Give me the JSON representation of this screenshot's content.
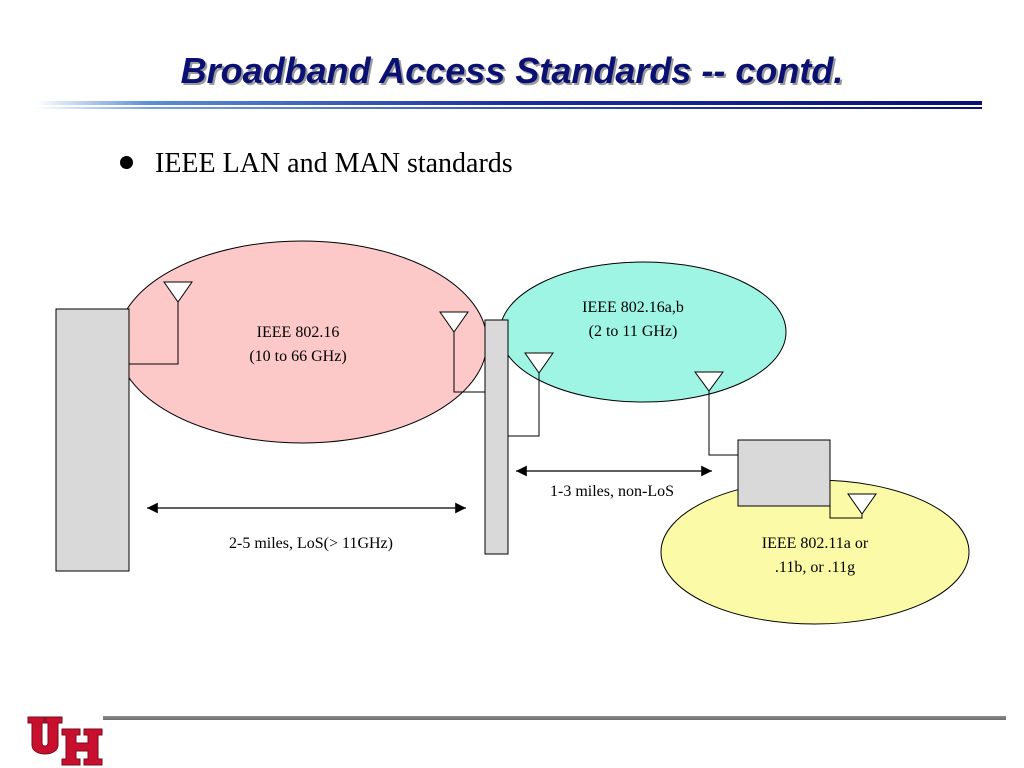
{
  "slide": {
    "title": "Broadband Access Standards -- contd.",
    "bullet": "IEEE LAN and MAN standards"
  },
  "diagram": {
    "ellipse_8021_6": {
      "line1": "IEEE 802.16",
      "line2": "(10 to 66 GHz)",
      "color": "#fcc8c8"
    },
    "ellipse_80216ab": {
      "line1": "IEEE 802.16a,b",
      "line2": "(2 to 11 GHz)",
      "color": "#9ff5e3"
    },
    "ellipse_80211": {
      "line1": "IEEE 802.11a or",
      "line2": ".11b, or .11g",
      "color": "#fbfaa6"
    },
    "distance_los": "2-5 miles, LoS(> 11GHz)",
    "distance_nonlos": "1-3 miles, non-LoS",
    "tower_color": "#d9d9d9"
  },
  "logo": {
    "name": "university-of-houston-logo",
    "color": "#c8102e",
    "lettering": "UH"
  }
}
